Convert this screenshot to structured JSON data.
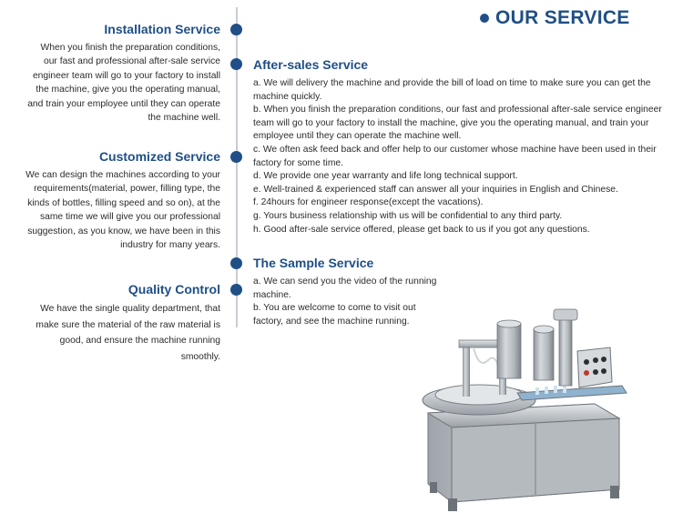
{
  "header": {
    "title": "OUR SERVICE"
  },
  "installation": {
    "title": "Installation Service",
    "lines": [
      "When you finish the preparation conditions,",
      "our fast and professional after-sale service",
      "engineer team will go to your factory to install",
      "the machine, give you the operating manual,",
      "and train your employee until they can operate",
      "the machine well."
    ]
  },
  "customized": {
    "title": "Customized Service",
    "lines": [
      "We can design the machines according to your",
      "requirements(material, power, filling type, the",
      "kinds of bottles, filling speed and so on), at the",
      "same time we will give you our professional",
      "suggestion, as you know, we have been in this",
      "industry for many years."
    ]
  },
  "quality": {
    "title": "Quality Control",
    "lines": [
      "We have the single quality department, that",
      "make sure the material of the raw material is",
      "good, and ensure the machine running",
      "smoothly."
    ]
  },
  "after_sales": {
    "title": "After-sales Service",
    "lines": [
      "a. We will delivery the machine and provide the bill of load on time to make sure you can get the",
      "machine quickly.",
      "b. When you finish the preparation conditions, our fast and professional after-sale service engineer",
      "team will go to your factory to install the machine, give you the operating manual, and train your",
      "employee until they can operate the machine well.",
      "c. We often ask feed back and offer help to our customer whose machine have been used in their",
      "factory for some time.",
      "d. We provide one year warranty and life long technical support.",
      "e. Well-trained & experienced staff can answer all your inquiries in English and Chinese.",
      "f. 24hours for engineer response(except the vacations).",
      "g.  Yours business relationship with us will be confidential to any third party.",
      "h. Good after-sale service offered, please get back to us if you got any questions."
    ]
  },
  "sample": {
    "title": "The Sample Service",
    "lines": [
      "a. We can send you the video of the running",
      "machine.",
      "b. You are welcome to come to visit out",
      "factory, and see the machine running."
    ]
  },
  "colors": {
    "accent": "#1f4f86",
    "line": "#c9cdd2",
    "text": "#2b2b2b"
  },
  "icons": {
    "machine_image": "filling-machine-illustration"
  }
}
